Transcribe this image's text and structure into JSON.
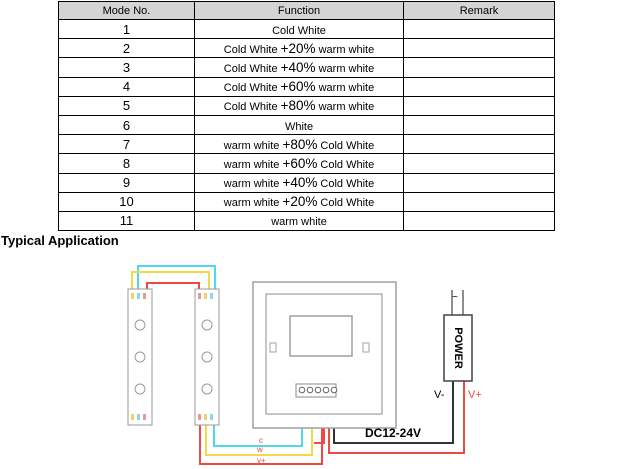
{
  "table": {
    "headers": [
      "Mode No.",
      "Function",
      "Remark"
    ],
    "rows": [
      {
        "num": "1",
        "pre": "Cold White",
        "op": "",
        "post": "",
        "remark": ""
      },
      {
        "num": "2",
        "pre": "Cold White",
        "op": "+20%",
        "post": "warm white",
        "remark": ""
      },
      {
        "num": "3",
        "pre": "Cold White",
        "op": "+40%",
        "post": "warm white",
        "remark": ""
      },
      {
        "num": "4",
        "pre": "Cold White",
        "op": "+60%",
        "post": "warm white",
        "remark": ""
      },
      {
        "num": "5",
        "pre": "Cold White",
        "op": "+80%",
        "post": "warm white",
        "remark": ""
      },
      {
        "num": "6",
        "pre": "White",
        "op": "",
        "post": "",
        "remark": ""
      },
      {
        "num": "7",
        "pre": "warm white",
        "op": "+80%",
        "post": "Cold White",
        "remark": ""
      },
      {
        "num": "8",
        "pre": "warm white",
        "op": "+60%",
        "post": "Cold White",
        "remark": ""
      },
      {
        "num": "9",
        "pre": "warm white",
        "op": "+40%",
        "post": "Cold White",
        "remark": ""
      },
      {
        "num": "10",
        "pre": "warm white",
        "op": "+20%",
        "post": "Cold White",
        "remark": ""
      },
      {
        "num": "11",
        "pre": "warm white",
        "op": "",
        "post": "",
        "remark": ""
      }
    ]
  },
  "section_title": "Typical Application",
  "diagram": {
    "power_label": "POWER",
    "voltage_label": "DC12-24V",
    "vminus_label": "V-",
    "vplus_label": "V+",
    "power_minus_mark": "~",
    "wire_labels": {
      "c": "c",
      "w": "w",
      "vplus": "v+"
    },
    "colors": {
      "cyan_wire": "#4fd7ee",
      "yellow_wire": "#f2d94a",
      "red_wire": "#ee4a43",
      "black_wire": "#333333",
      "strip_outline": "#9a9a9a"
    }
  }
}
